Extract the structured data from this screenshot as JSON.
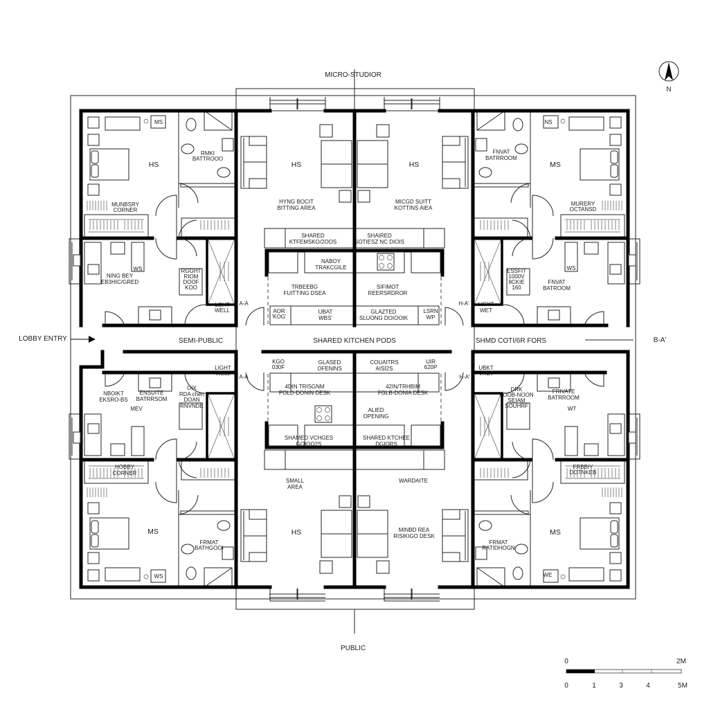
{
  "title": "MICRO-STUDIOR",
  "north_label": "N",
  "zones": {
    "lobby_entry": "LOBBY ENTRY",
    "semi_public": "SEMI-PUBLIC",
    "shared_kitchen_pods": "SHARED KITCHEN PODS",
    "shmd_corridors": "SHMD COTI/6R FORS",
    "section_b": "B-A'",
    "public": "PUBLIC"
  },
  "labels": {
    "tl": [
      "MS",
      "HS",
      "RMKI",
      "BATTROOO",
      "MUNBSRY",
      "CORNER",
      "WS",
      "NING BEY",
      "EB3HIC/GRED",
      "RGGHT",
      "RIOM",
      "DOOF",
      "KOO",
      "LGHT",
      "WELL",
      "A-A"
    ],
    "tml": [
      "HS",
      "HYNG BOCIT",
      "BITTING AREA",
      "SHARED",
      "KTFEMSKO/2OOS",
      "NABOY",
      "TRAKCGILE",
      "TRBEEBG",
      "FUITTING DSEA",
      "AOR",
      "'KOG'",
      "UBAT",
      "WBS'"
    ],
    "tmr": [
      "HS",
      "MICGD SUITT",
      "KOTTINS AIEA",
      "SHAIRED",
      "SOTIESZ NC DIOIS",
      "SIFIMOT",
      "REERSRDROR",
      "GLAZTED",
      "SLUONG DOIOOIK",
      "LSRN",
      "WP",
      "H-A'"
    ],
    "tr": [
      "NS",
      "FNVAT",
      "BATRROOM",
      "MS",
      "MURERY",
      "OCTANSD",
      "WS",
      "ESSFIT",
      "1000V",
      "8CKIE",
      "160",
      "FNVAT",
      "BATROOM",
      "LIGYT",
      "WET"
    ],
    "bl": [
      "LIGHT",
      "WELL",
      "A-A",
      "NBOIKT",
      "EKSRO-BS",
      "ENSUITE",
      "BATRRSOM",
      "MEV",
      "OIX",
      "RDA chen",
      "DOAN",
      "RNVNDE",
      "HOBBY",
      "CORNER",
      "MS",
      "FRMAT",
      "BATHGOOI",
      "WS"
    ],
    "bml": [
      "KGO",
      "030F",
      "GLASED",
      "OFENINS",
      "4DIN TRISGNM",
      "POLD-DONIN DESK",
      "SHAMED VCHGES",
      "GOIOO2S",
      "SMALL",
      "AREA",
      "HS"
    ],
    "bmr": [
      "COUAITRS",
      "AISI2S",
      "UIR",
      "620P",
      "42IN/TRHBIM",
      "FGLB-DONIA DESK",
      "ALIED",
      "OPENING",
      "SHARED KTCHEE",
      "DGIORS",
      "WARDAITE",
      "MINBD REA",
      "RISIKIGO DESK",
      "H-A'"
    ],
    "br": [
      "UBKT",
      "VRET",
      "DRK",
      "FOOB-NOON",
      "SEIAM",
      "SOUHRF",
      "FRIVATE",
      "BATRROOM",
      "WT",
      "FRBBIY",
      "DOTNKEB",
      "MS",
      "FRMAT",
      "RATIDHOGN",
      "WE"
    ]
  },
  "scale_bar": {
    "top_labels": [
      "0",
      "2M"
    ],
    "bottom_labels": [
      "0",
      "1",
      "3",
      "4",
      "5M"
    ]
  }
}
